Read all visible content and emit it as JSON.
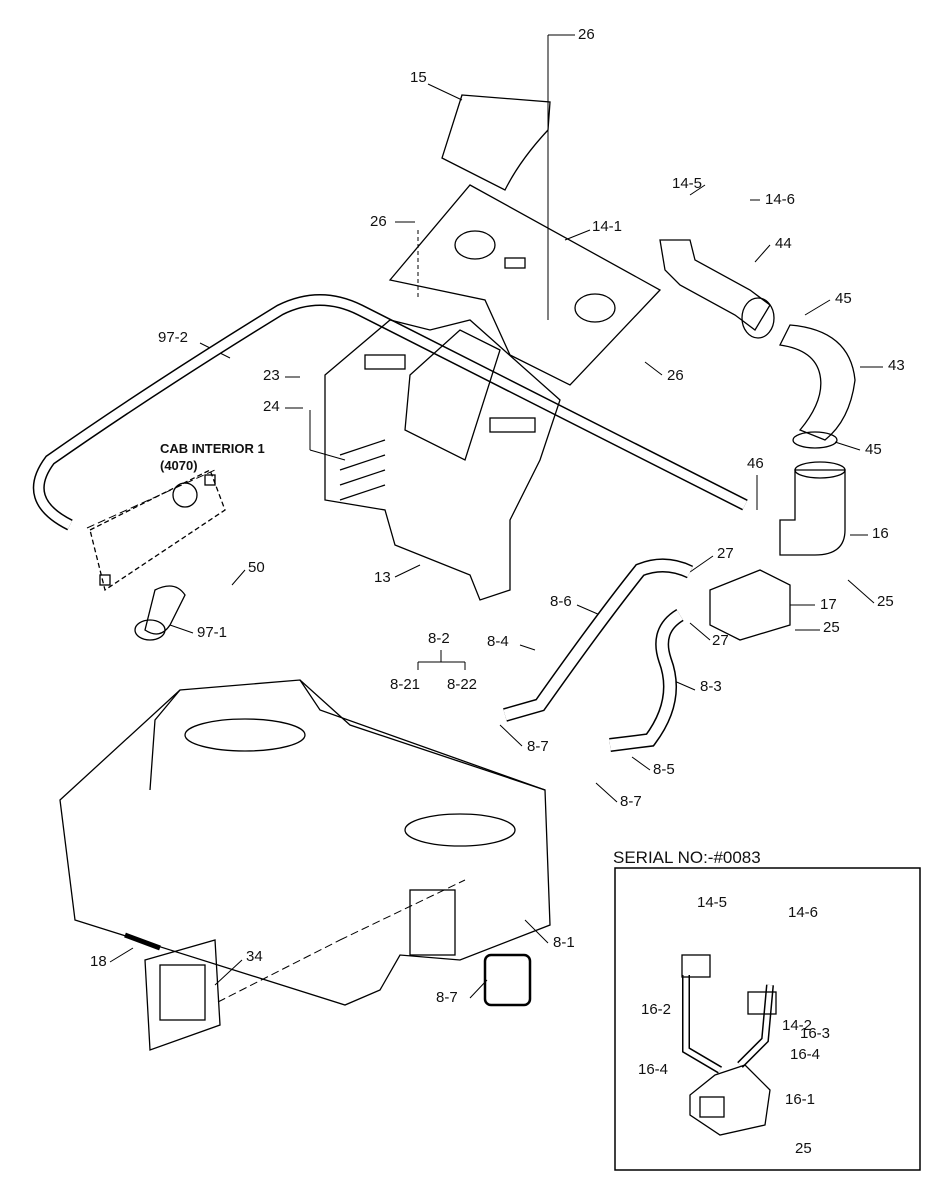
{
  "diagram": {
    "callouts": {
      "c26_top": "26",
      "c15": "15",
      "c26_mid": "26",
      "c14_1": "14-1",
      "c14_5": "14-5",
      "c14_6": "14-6",
      "c44": "44",
      "c45_top": "45",
      "c43": "43",
      "c97_2": "97-2",
      "c23": "23",
      "c24": "24",
      "c26_right": "26",
      "c45_bot": "45",
      "c46": "46",
      "c16": "16",
      "c50": "50",
      "c97_1": "97-1",
      "c13": "13",
      "c27_top": "27",
      "c8_6": "8-6",
      "c17": "17",
      "c25_a": "25",
      "c27_bot": "27",
      "c25_b": "25",
      "c8_4": "8-4",
      "c8_2": "8-2",
      "c8_21": "8-21",
      "c8_22": "8-22",
      "c8_3": "8-3",
      "c8_7_a": "8-7",
      "c8_5": "8-5",
      "c8_7_b": "8-7",
      "c8_1": "8-1",
      "c18": "18",
      "c34": "34",
      "c8_7_c": "8-7"
    },
    "cab_interior_note": {
      "line1": "CAB INTERIOR 1",
      "line2": "(4070)"
    },
    "inset": {
      "title": "SERIAL NO:-#0083",
      "callouts": {
        "i14_5": "14-5",
        "i14_6": "14-6",
        "i14_2": "14-2",
        "i16_2": "16-2",
        "i16_3": "16-3",
        "i16_4_a": "16-4",
        "i16_4_b": "16-4",
        "i16_1": "16-1",
        "i25": "25"
      }
    }
  }
}
